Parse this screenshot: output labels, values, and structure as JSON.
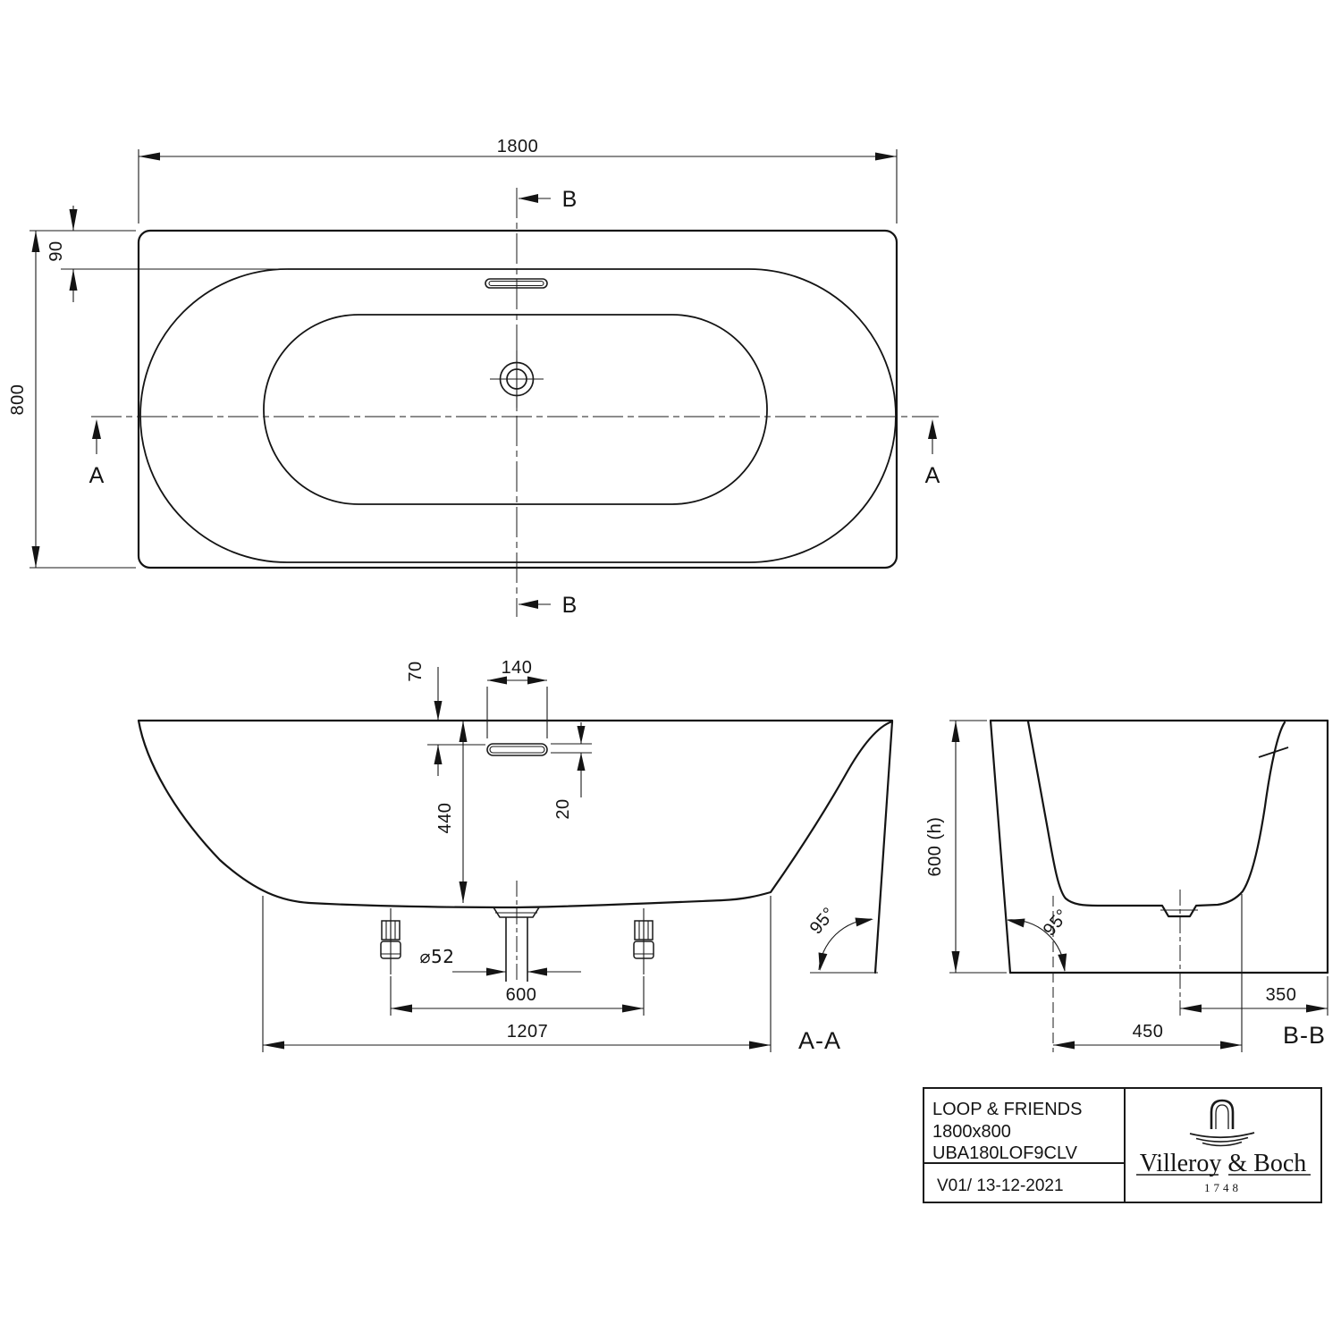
{
  "top_view": {
    "length": "1800",
    "width": "800",
    "rim_width": "90",
    "marker_a": "A",
    "marker_b": "B"
  },
  "section_aa": {
    "label": "A-A",
    "overflow_offset": "70",
    "overflow_width": "140",
    "overflow_depth": "20",
    "inner_depth": "440",
    "drain_diameter": "⌀52",
    "feet_spacing": "600",
    "base_length": "1207",
    "wall_angle": "95°"
  },
  "section_bb": {
    "label": "B-B",
    "height": "600 (h)",
    "drain_to_back": "350",
    "drain_to_front": "450",
    "wall_angle": "95°"
  },
  "title_block": {
    "product": "LOOP & FRIENDS",
    "size": "1800x800",
    "article": "UBA180LOF9CLV",
    "revision": "V01/ 13-12-2021",
    "brand": "Villeroy & Boch",
    "year": "1748"
  }
}
